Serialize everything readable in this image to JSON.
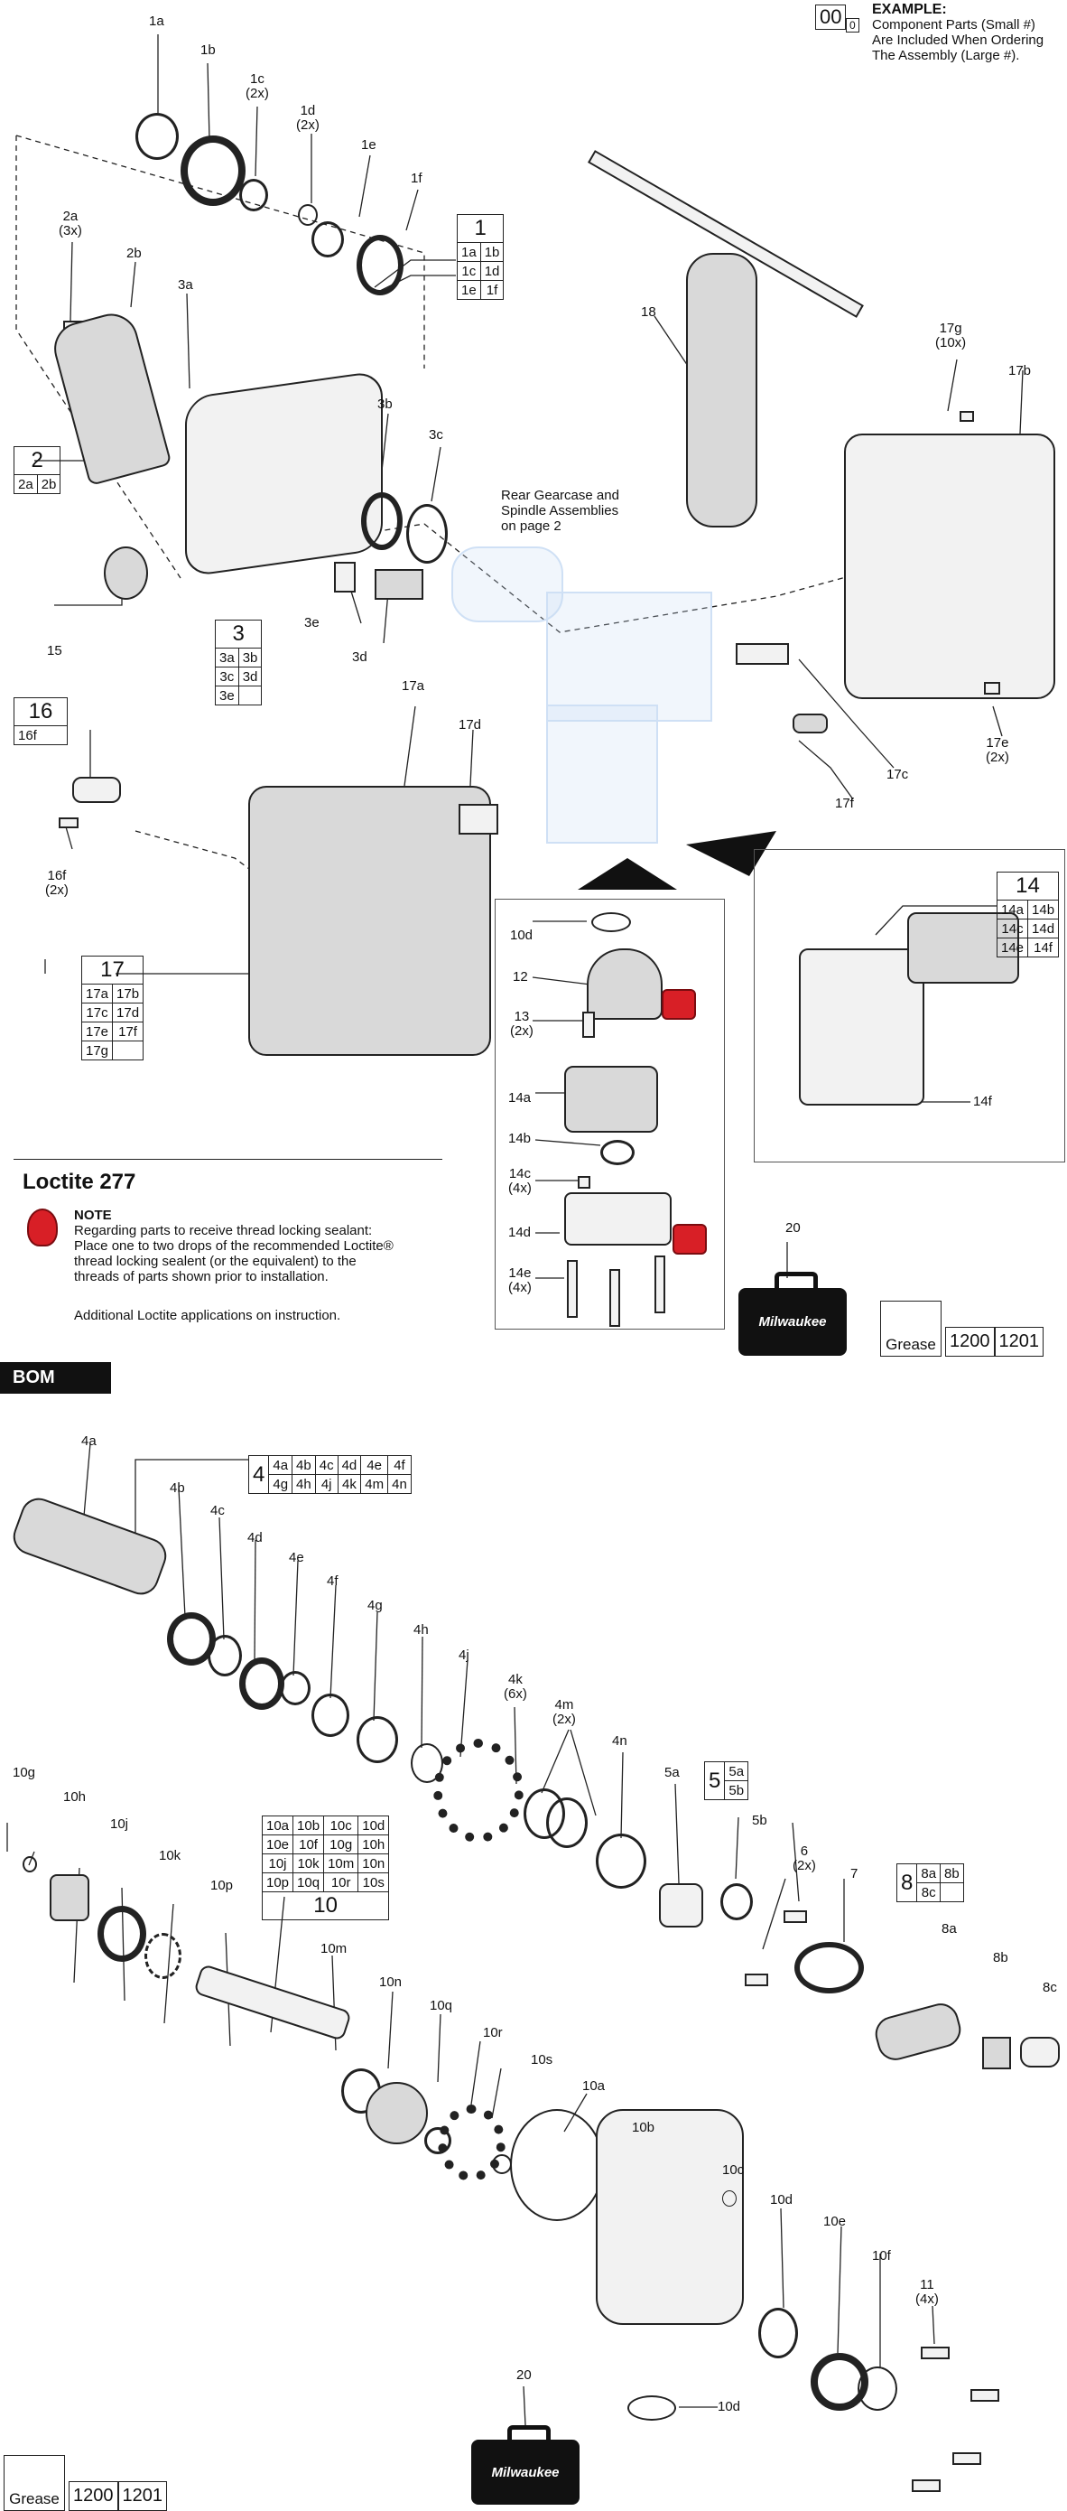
{
  "example": {
    "large": "00",
    "small": "0",
    "heading": "EXAMPLE:",
    "lines": [
      "Component Parts (Small #)",
      "Are Included When Ordering",
      "The Assembly (Large #)."
    ]
  },
  "callouts": {
    "c1a": "1a",
    "c1b": "1b",
    "c1c": "1c",
    "c1c_q": "(2x)",
    "c1d": "1d",
    "c1d_q": "(2x)",
    "c1e": "1e",
    "c1f": "1f",
    "c2a": "2a",
    "c2a_q": "(3x)",
    "c2b": "2b",
    "c3a": "3a",
    "c3b": "3b",
    "c3c": "3c",
    "c3d": "3d",
    "c3e": "3e",
    "c15": "15",
    "c16f": "16f",
    "c16f_q": "(2x)",
    "c17a": "17a",
    "c17b": "17b",
    "c17c": "17c",
    "c17d": "17d",
    "c17e": "17e",
    "c17e_q": "(2x)",
    "c17f": "17f",
    "c17g": "17g",
    "c17g_q": "(10x)",
    "c18": "18",
    "c10d": "10d",
    "c12": "12",
    "c13": "13",
    "c13_q": "(2x)",
    "c14a": "14a",
    "c14b": "14b",
    "c14c": "14c",
    "c14c_q": "(4x)",
    "c14d": "14d",
    "c14e": "14e",
    "c14e_q": "(4x)",
    "c14f": "14f",
    "c20": "20",
    "c4a": "4a",
    "c4b": "4b",
    "c4c": "4c",
    "c4d": "4d",
    "c4e": "4e",
    "c4f": "4f",
    "c4g": "4g",
    "c4h": "4h",
    "c4j": "4j",
    "c4k": "4k",
    "c4k_q": "(6x)",
    "c4m": "4m",
    "c4m_q": "(2x)",
    "c4n": "4n",
    "c5a": "5a",
    "c5b": "5b",
    "c6": "6",
    "c6_q": "(2x)",
    "c7": "7",
    "c8a": "8a",
    "c8b": "8b",
    "c8c": "8c",
    "c10g": "10g",
    "c10h": "10h",
    "c10j": "10j",
    "c10k": "10k",
    "c10p": "10p",
    "c10m": "10m",
    "c10n": "10n",
    "c10q": "10q",
    "c10r": "10r",
    "c10s": "10s",
    "c10a": "10a",
    "c10b": "10b",
    "c10c": "10c",
    "c10d2": "10d",
    "c10e": "10e",
    "c10f": "10f",
    "c11": "11",
    "c11_q": "(4x)",
    "c10d3": "10d",
    "c20b": "20"
  },
  "assemblies": {
    "a1": {
      "num": "1",
      "rows": [
        [
          "1a",
          "1b"
        ],
        [
          "1c",
          "1d"
        ],
        [
          "1e",
          "1f"
        ]
      ]
    },
    "a2": {
      "num": "2",
      "rows": [
        [
          "2a",
          "2b"
        ]
      ]
    },
    "a3": {
      "num": "3",
      "rows": [
        [
          "3a",
          "3b"
        ],
        [
          "3c",
          "3d"
        ],
        [
          "3e",
          ""
        ]
      ]
    },
    "a16": {
      "num": "16",
      "rows": [
        [
          "16f"
        ]
      ]
    },
    "a17": {
      "num": "17",
      "rows": [
        [
          "17a",
          "17b"
        ],
        [
          "17c",
          "17d"
        ],
        [
          "17e",
          "17f"
        ],
        [
          "17g",
          ""
        ]
      ]
    },
    "a14": {
      "num": "14",
      "rows": [
        [
          "14a",
          "14b"
        ],
        [
          "14c",
          "14d"
        ],
        [
          "14e",
          "14f"
        ]
      ]
    },
    "a4": {
      "num": "4",
      "rows": [
        [
          "4a",
          "4b",
          "4c",
          "4d",
          "4e",
          "4f"
        ],
        [
          "4g",
          "4h",
          "4j",
          "4k",
          "4m",
          "4n"
        ]
      ]
    },
    "a5": {
      "num": "5",
      "rows": [
        [
          "5a"
        ],
        [
          "5b"
        ]
      ]
    },
    "a8": {
      "num": "8",
      "rows": [
        [
          "8a",
          "8b"
        ],
        [
          "8c",
          ""
        ]
      ]
    },
    "a10": {
      "num": "10",
      "rows": [
        [
          "10a",
          "10b",
          "10c",
          "10d"
        ],
        [
          "10e",
          "10f",
          "10g",
          "10h"
        ],
        [
          "10j",
          "10k",
          "10m",
          "10n"
        ],
        [
          "10p",
          "10q",
          "10r",
          "10s"
        ]
      ]
    }
  },
  "rear_gearcase_note": [
    "Rear Gearcase and",
    "Spindle Assemblies",
    "on page 2"
  ],
  "loctite": {
    "title": "Loctite 277",
    "note_heading": "NOTE",
    "note_lines": [
      "Regarding parts to receive thread locking sealant:",
      "Place one to two drops of the recommended Loctite®",
      "thread locking sealent (or the equivalent) to the",
      "threads of parts shown prior to installation."
    ],
    "additional": "Additional Loctite applications on instruction."
  },
  "bom_label": "BOM",
  "grease": {
    "label": "Grease",
    "num1": "1200",
    "num2": "1201"
  },
  "case_brand": "Milwaukee",
  "colors": {
    "loctite_red": "#d81f26",
    "ghost_blue": "#cfe0f5",
    "ink": "#111111"
  }
}
